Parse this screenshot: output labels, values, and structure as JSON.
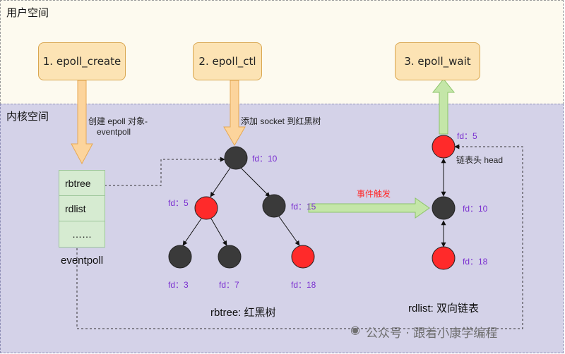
{
  "zones": {
    "user": "用户空间",
    "kernel": "内核空间"
  },
  "calls": {
    "create": "1. epoll_create",
    "ctl": "2. epoll_ctl",
    "wait": "3. epoll_wait"
  },
  "annotations": {
    "create_line1": "创建 epoll 对象-",
    "create_line2": "eventpoll",
    "ctl": "添加 socket 到红黑树",
    "event": "事件触发",
    "head": "链表头 head"
  },
  "eventpoll": {
    "cells": [
      "rbtree",
      "rdlist",
      "……"
    ],
    "caption": "eventpoll"
  },
  "rbtree": {
    "caption": "rbtree: 红黑树",
    "nodes": [
      {
        "label": "fd：10",
        "color": "black"
      },
      {
        "label": "fd：5",
        "color": "red"
      },
      {
        "label": "fd：15",
        "color": "black"
      },
      {
        "label": "fd：3",
        "color": "black"
      },
      {
        "label": "fd：7",
        "color": "black"
      },
      {
        "label": "fd：18",
        "color": "red"
      }
    ]
  },
  "rdlist": {
    "caption": "rdlist: 双向链表",
    "nodes": [
      {
        "label": "fd：5",
        "color": "red"
      },
      {
        "label": "fd：10",
        "color": "black"
      },
      {
        "label": "fd：18",
        "color": "red"
      }
    ]
  },
  "watermark": "公众号 · 跟着小康学编程",
  "colors": {
    "black_node": "#3a3a3a",
    "red_node": "#ff2a2a",
    "call_fill": "#fce3b4",
    "struct_fill": "#d6ebd1",
    "arrow_orange": "#fcd49c",
    "arrow_green": "#c4e6a8"
  }
}
